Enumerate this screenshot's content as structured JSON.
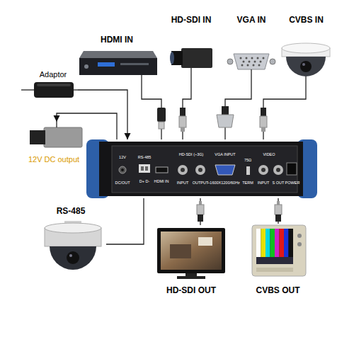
{
  "diagram": {
    "nodes": [
      {
        "text": [
          "HDMI IN"
        ]
      },
      {
        "text": [
          "HD-SDI IN"
        ]
      },
      {
        "text": [
          "VGA IN"
        ]
      },
      {
        "text": [
          "CVBS IN"
        ]
      },
      {
        "text": [
          "Adaptor"
        ]
      },
      {
        "text": [
          "12V DC output"
        ]
      },
      {
        "text": [
          "12V",
          "DC/OUT",
          "RS-485",
          "D+ D-",
          "HDMI IN",
          "HD-SDI (~3G)",
          "INPUT",
          "OUTPUT",
          "VGA INPUT",
          "~1600X1200/60Hz",
          "VIDEO",
          "75Ω",
          "TERM",
          "INPUT",
          "S OUT",
          "POWER"
        ]
      },
      {
        "text": [
          "RS-485"
        ]
      },
      {
        "text": [
          "HD-SDI OUT"
        ]
      },
      {
        "text": [
          "CVBS OUT"
        ]
      }
    ],
    "edges": [
      {
        "from": 0,
        "to": 6,
        "arrow": "none"
      },
      {
        "from": 1,
        "to": 6,
        "arrow": "none"
      },
      {
        "from": 2,
        "to": 6,
        "arrow": "none"
      },
      {
        "from": 3,
        "to": 6,
        "arrow": "none"
      },
      {
        "from": 4,
        "to": 6,
        "arrow": "to"
      },
      {
        "from": 6,
        "to": 5,
        "arrow": "to"
      },
      {
        "from": 6,
        "to": 7,
        "arrow": "none"
      },
      {
        "from": 6,
        "to": 8,
        "arrow": "none"
      },
      {
        "from": 6,
        "to": 9,
        "arrow": "none"
      }
    ]
  }
}
